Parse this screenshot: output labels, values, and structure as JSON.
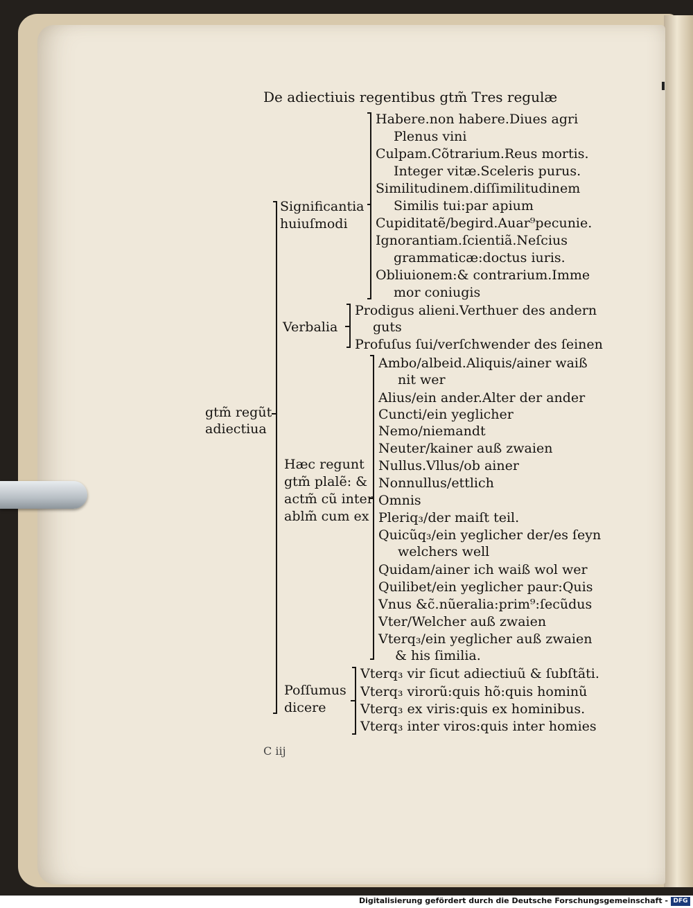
{
  "title": "De adiectiuis regentibus gtm̃ Tres regulæ",
  "left_label": [
    "gtm̃ regũt",
    "adiectiua"
  ],
  "groups": {
    "significantia": {
      "label": [
        "Significantia",
        "huiuſmodi"
      ],
      "lines": [
        "Habere.non habere.Diues agri",
        "Plenus vini",
        "Culpam.Cõtrarium.Reus mortis.",
        "Integer vitæ.Sceleris purus.",
        "Similitudinem.diſſimilitudinem",
        "Similis tui:par apium",
        "Cupiditatẽ/begird.Auar⁹pecunie.",
        "Ignorantiam.ſcientiã.Neſcius",
        "grammaticæ:doctus iuris.",
        "Obliuionem:& contrarium.Imme",
        "mor coniugis"
      ]
    },
    "verbalia": {
      "label": "Verbalia",
      "lines": [
        "Prodigus alieni.Verthuer des andern",
        "guts",
        "Profuſus ſui/verſchwender des ſeinen"
      ]
    },
    "haec_regunt": {
      "label": [
        "Hæc regunt",
        "gtm̃ plalẽ: &",
        "actm̃ cũ inter",
        "ablm̃ cum ex"
      ],
      "lines": [
        "Ambo/albeid.Aliquis/ainer waiß",
        "nit wer",
        "Alius/ein ander.Alter der ander",
        "Cuncti/ein yeglicher",
        "Nemo/niemandt",
        "Neuter/kainer auß zwaien",
        "Nullus.Vllus/ob ainer",
        "Nonnullus/ettlich",
        "Omnis",
        "Pleriq₃/der maiſt teil.",
        "Quicũq₃/ein yeglicher der/es ſeyn",
        "welchers well",
        "Quidam/ainer ich waiß wol wer",
        "Quilibet/ein yeglicher paur:Quis",
        "Vnus &c̃.nũeralia:prim⁹:ſecũdus",
        "Vter/Welcher auß zwaien",
        "Vterq₃/ein yeglicher auß zwaien",
        "& his ſimilia."
      ]
    },
    "possumus": {
      "label": [
        "Poſſumus",
        "dicere"
      ],
      "lines": [
        "Vterq₃ vir ſicut adiectiuũ & ſubſtãti.",
        "Vterq₃ virorũ:quis hõ:quis hominũ",
        "Vterq₃ ex viris:quis ex hominibus.",
        "Vterq₃ inter viros:quis inter homies"
      ]
    }
  },
  "signature": "C iij",
  "footer": "Digitalisierung gefördert durch die Deutsche Forschungsgemeinschaft -",
  "footer_logo": "DFG"
}
